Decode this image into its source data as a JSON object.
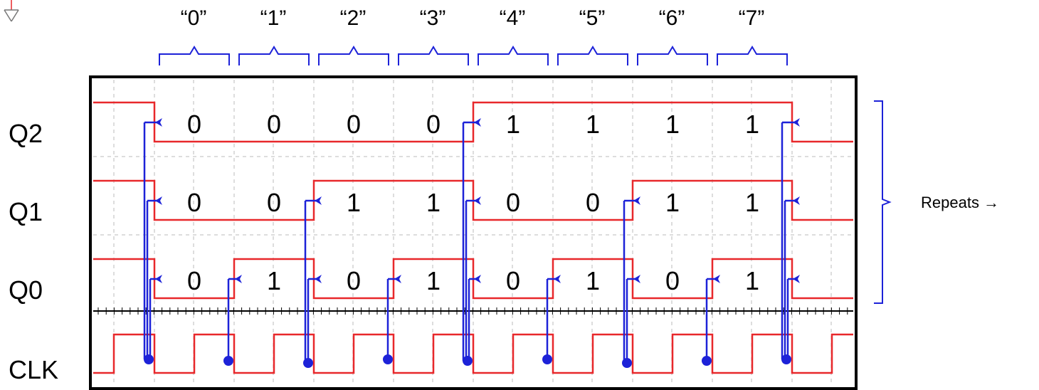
{
  "count_labels": [
    "“0”",
    "“1”",
    "“2”",
    "“3”",
    "“4”",
    "“5”",
    "“6”",
    "“7”"
  ],
  "rows": [
    {
      "label": "Q2",
      "bits": [
        "0",
        "0",
        "0",
        "0",
        "1",
        "1",
        "1",
        "1"
      ],
      "levels": [
        1,
        0,
        0,
        0,
        0,
        1,
        1,
        1,
        1,
        0
      ]
    },
    {
      "label": "Q1",
      "bits": [
        "0",
        "0",
        "1",
        "1",
        "0",
        "0",
        "1",
        "1"
      ],
      "levels": [
        1,
        0,
        0,
        1,
        1,
        0,
        0,
        1,
        1,
        0
      ]
    },
    {
      "label": "Q0",
      "bits": [
        "0",
        "1",
        "0",
        "1",
        "0",
        "1",
        "0",
        "1"
      ],
      "levels": [
        1,
        0,
        1,
        0,
        1,
        0,
        1,
        0,
        1,
        0
      ]
    }
  ],
  "clock": {
    "label": "CLK"
  },
  "side_note": "Repeats →",
  "colors": {
    "signal": "#e8282b",
    "arrow": "#1d22d8",
    "frame": "#000000",
    "grid": "#bbbbbb"
  },
  "icons": {
    "corner": "ground-icon"
  }
}
